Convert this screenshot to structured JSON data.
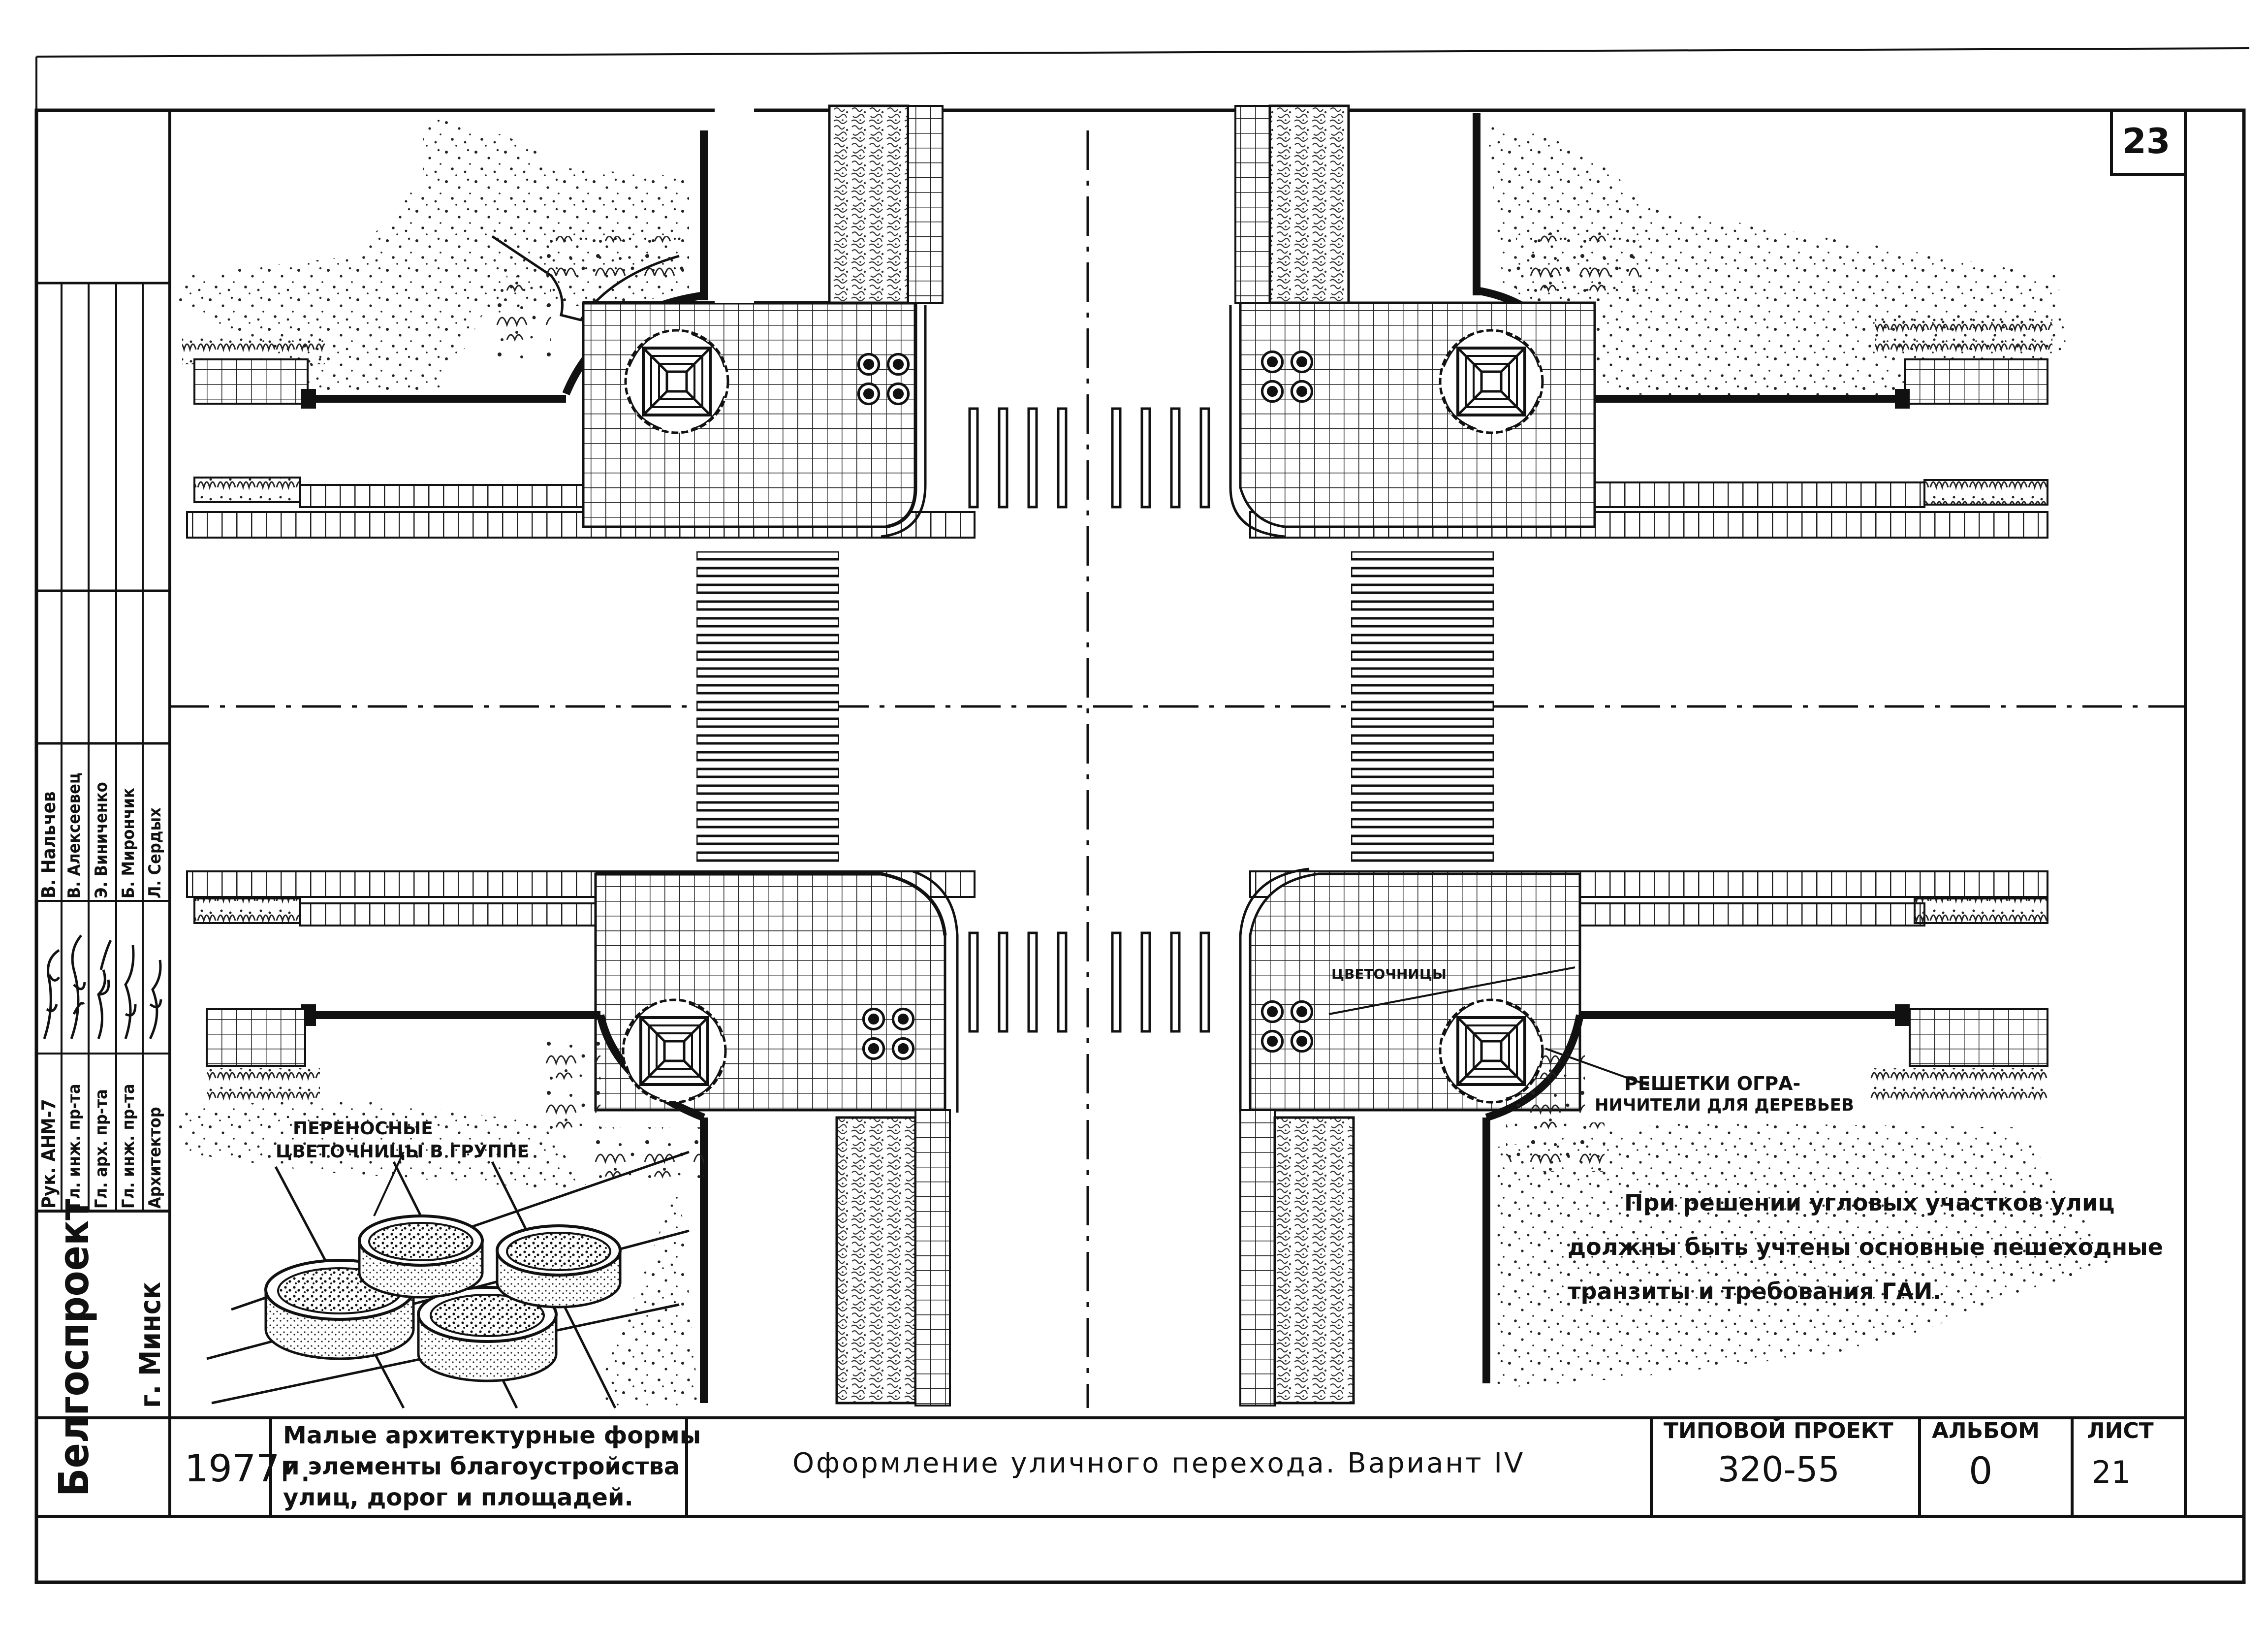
{
  "sheet_number": "23",
  "title_block": {
    "organization": "Белгоспроект",
    "city": "г. Минск",
    "year": "1977г.",
    "series_title": [
      "Малые архитектурные формы",
      "и элементы благоустройства",
      "улиц, дорог и площадей."
    ],
    "sheet_title": "Оформление уличного перехода. Вариант IV",
    "project_label": "типовой проект",
    "project_number": "320-55",
    "album_label": "альбом",
    "album_value": "0",
    "sheet_label": "лист",
    "sheet_value": "21"
  },
  "signatures": {
    "roles": [
      "Рук. АНМ-7",
      "Гл. инж. пр-та",
      "Гл. арх. пр-та",
      "Гл. инж. пр-та",
      "Архитектор"
    ],
    "names": [
      "В. Нальчев",
      "В. Алексеевец",
      "Э. Виниченко",
      "Б. Мирончик",
      "Л. Сердых"
    ]
  },
  "annotations": {
    "flowerpots_group": [
      "переносные",
      "цветочницы в группе"
    ],
    "flowerpots": "цветочницы",
    "tree_grates": [
      "решетки огра-",
      "ничители для деревьев"
    ]
  },
  "note": [
    "При решении угловых участков улиц",
    "должны быть учтены основные пешеходные",
    "транзиты и требования ГАИ."
  ]
}
